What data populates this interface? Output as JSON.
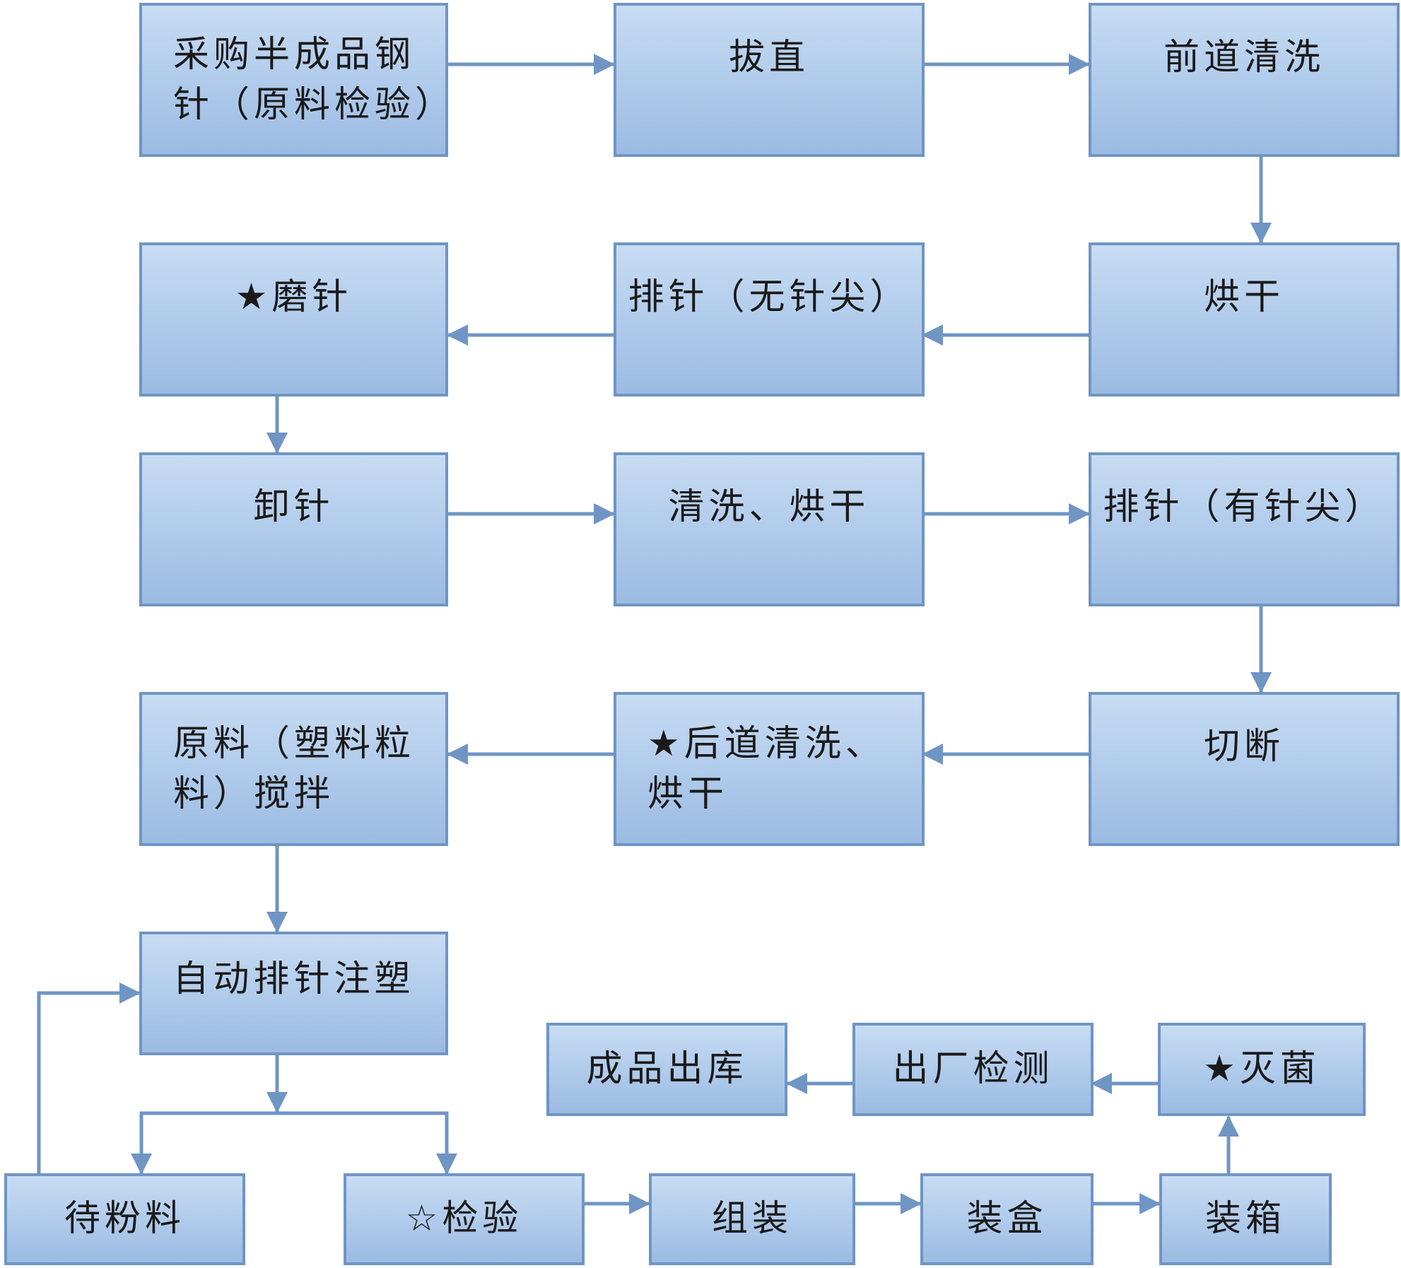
{
  "colors": {
    "border": "#6f95c4",
    "arrow": "#6f95c4",
    "fill_top": "#c8dcf3",
    "fill_bottom": "#9cbbe2",
    "text": "#1a1a1a"
  },
  "steps": {
    "purchase": "采购半成品钢\n针（原料检验）",
    "straighten": "拔直",
    "pre_wash": "前道清洗",
    "dry1": "烘干",
    "arrange_no_tip": "排针（无针尖）",
    "grind": "★磨针",
    "unload": "卸针",
    "wash_dry": "清洗、烘干",
    "arrange_tip": "排针（有针尖）",
    "cut": "切断",
    "post_wash": "★后道清洗、\n烘干",
    "mix": "原料（塑料粒\n料）搅拌",
    "auto_mold": "自动排针注塑",
    "powder": "待粉料",
    "inspect": "☆检验",
    "assemble": "组装",
    "box": "装盒",
    "pack": "装箱",
    "sterilize": "★灭菌",
    "factory_test": "出厂检测",
    "warehouse": "成品出库"
  }
}
